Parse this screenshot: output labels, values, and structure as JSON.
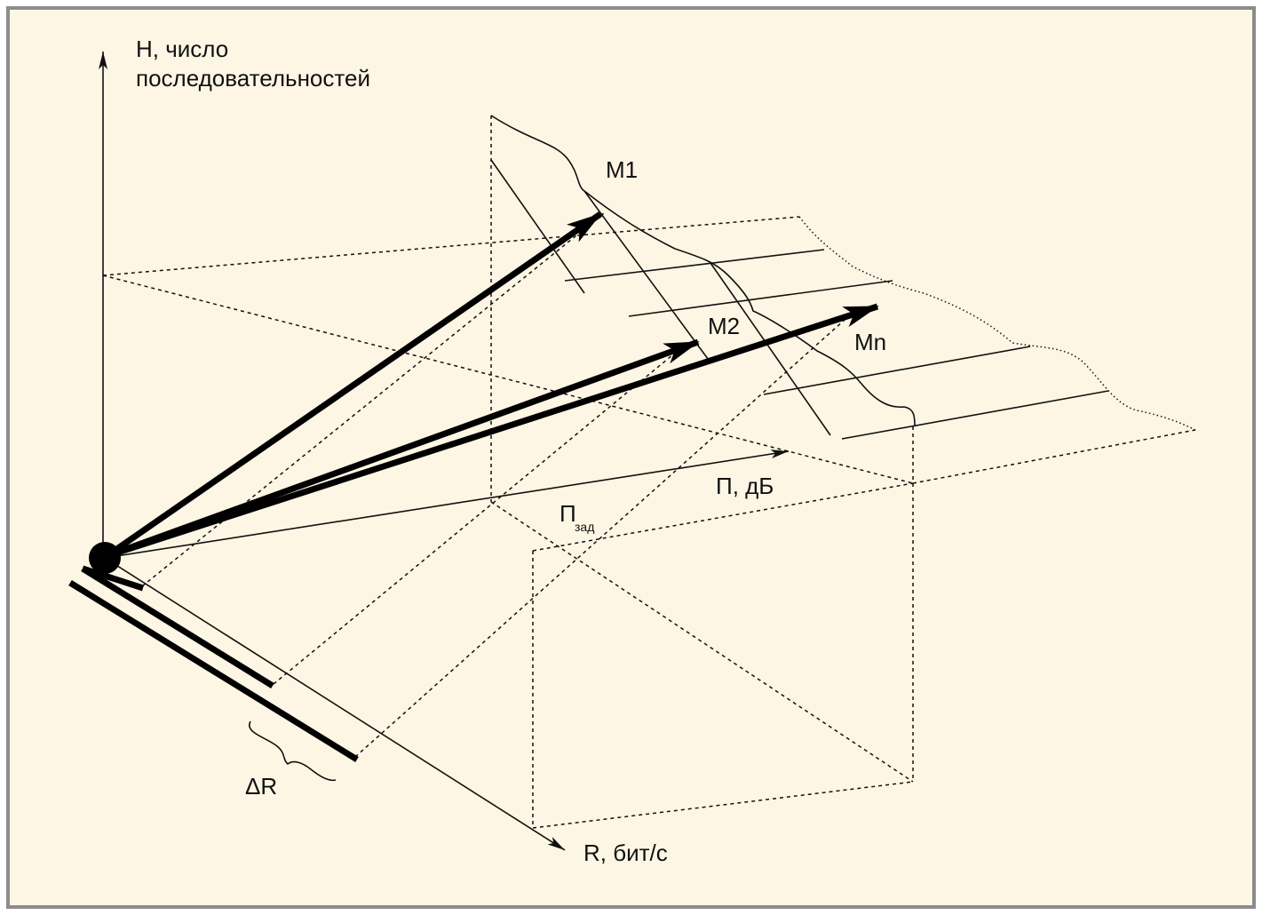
{
  "colors": {
    "background": "#fef6e4",
    "frame": "#8c8c8c",
    "ink": "#111111"
  },
  "labels": {
    "h_axis_line1": "Н, число",
    "h_axis_line2": "последовательностей",
    "p_axis": "П, дБ",
    "p_zad_main": "П",
    "p_zad_sub": "зад",
    "r_axis": "R, бит/с",
    "delta_r": "ΔR",
    "m1": "M1",
    "m2": "M2",
    "mn": "Mn"
  }
}
